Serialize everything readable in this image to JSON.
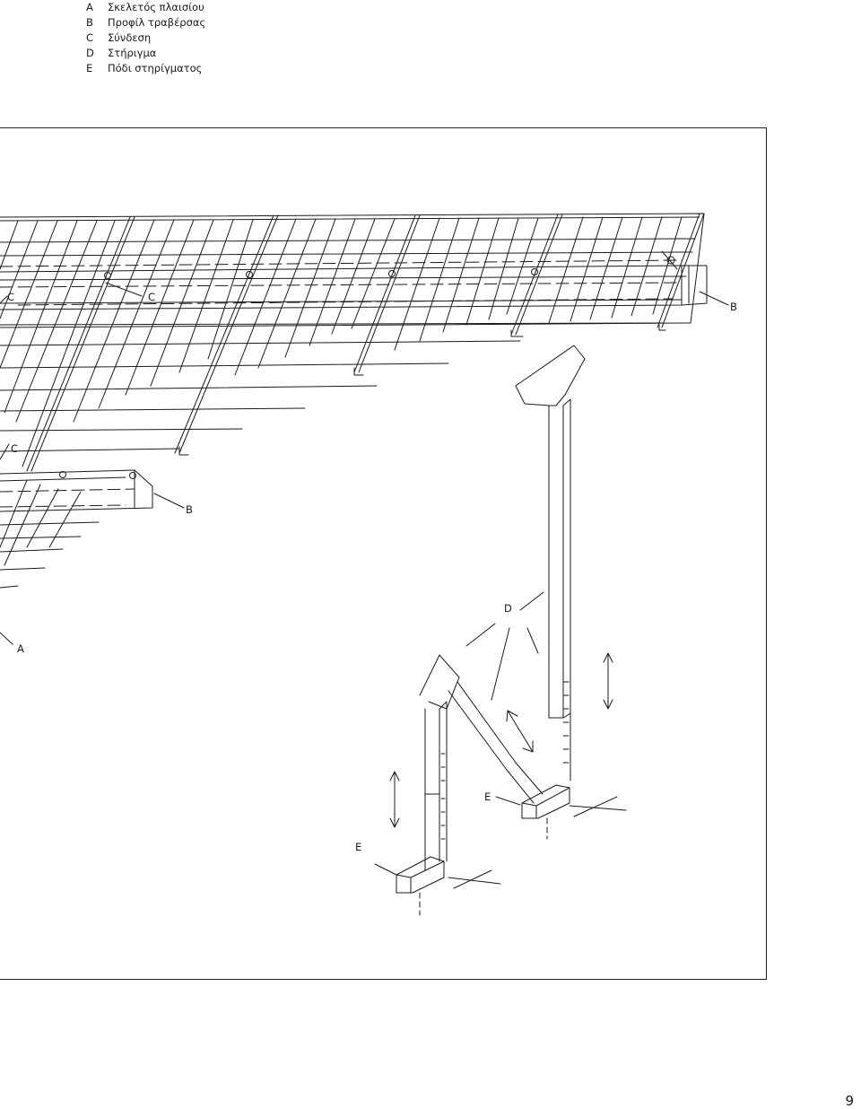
{
  "legend": [
    {
      "letter": "A",
      "text": "Σκελετός πλαισίου"
    },
    {
      "letter": "B",
      "text": "Προφίλ τραβέρσας"
    },
    {
      "letter": "C",
      "text": "Σύνδεση"
    },
    {
      "letter": "D",
      "text": "Στήριγμα"
    },
    {
      "letter": "E",
      "text": "Πόδι στηρίγματος"
    }
  ],
  "callouts": {
    "c1": "C",
    "c2": "C",
    "c3": "C",
    "b1": "B",
    "b2": "B",
    "d": "D",
    "a": "A",
    "e1": "E",
    "e2": "E"
  },
  "page_number": "9"
}
